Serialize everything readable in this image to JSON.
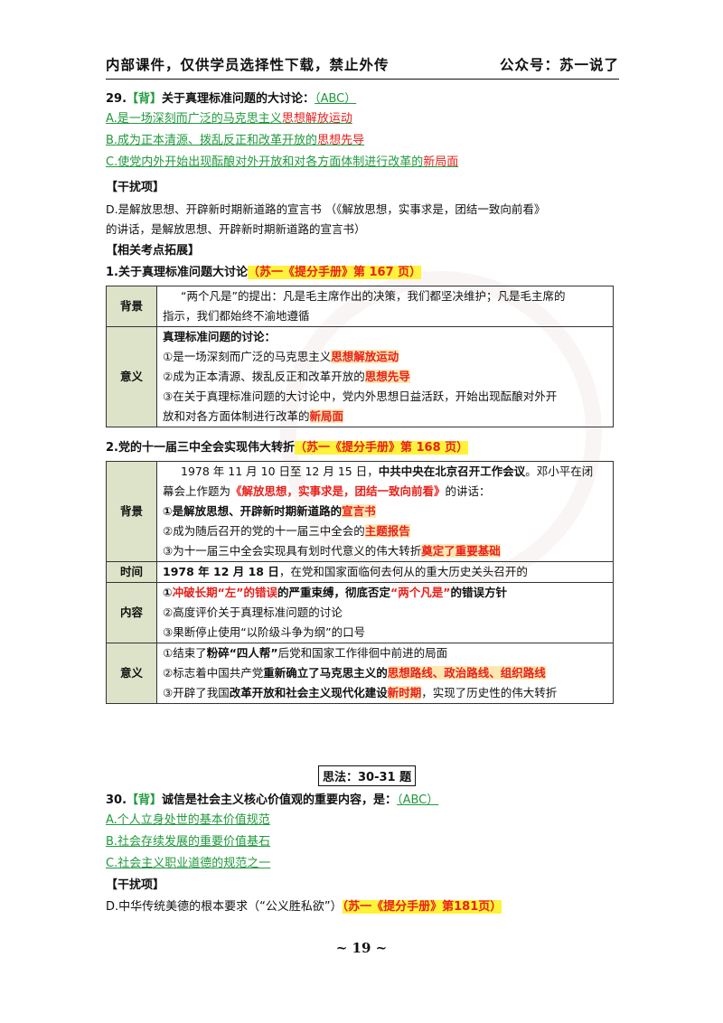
{
  "header": {
    "left": "内部课件，仅供学员选择性下载，禁止外传",
    "right": "公众号：苏一说了"
  },
  "q29": {
    "num": "29.",
    "tag": "【背】",
    "title": "关于真理标准问题的大讨论：",
    "answer": "（ABC）",
    "a_pre": "A.是一场深刻而广泛的马克思主义",
    "a_red": "思想解放运动",
    "b_pre": "B.成为正本清源、拨乱反正和改革开放的",
    "b_red": "思想先导",
    "c_pre": "C.使党内外开始出现酝酿对外开放和对各方面体制进行改革的",
    "c_red": "新局面",
    "distractor_head": "【干扰项】",
    "d1": "D.是解放思想、开辟新时期新道路的宣言书 （《解放思想，实事求是，团结一致向前看》",
    "d2": "的讲话，是解放思想、开辟新时期新道路的宣言书）",
    "extend_head": "【相关考点拓展】"
  },
  "t1": {
    "title": "1.关于真理标准问题大讨论",
    "ref": "（苏一《提分手册》第 167 页）",
    "bg_key": "背景",
    "bg1": "“两个凡是”的提出：凡是毛主席作出的决策，我们都坚决维护；凡是毛主席的",
    "bg2": "指示，我们都始终不渝地遵循",
    "sig_key": "意义",
    "sig_head": "真理标准问题的讨论：",
    "s1_pre": "①是一场深刻而广泛的马克思主义",
    "s1_red": "思想解放运动",
    "s2_pre": "②成为正本清源、拨乱反正和改革开放的",
    "s2_red": "思想先导",
    "s3": "③在关于真理标准问题的大讨论中，党内外思想日益活跃，开始出现酝酿对外开",
    "s4_pre": "放和对各方面体制进行改革的",
    "s4_red": "新局面"
  },
  "t2": {
    "title": "2.党的十一届三中全会实现伟大转折",
    "ref": "（苏一《提分手册》第 168 页）",
    "bg_key": "背景",
    "b1_pre": "1978 年 11 月 10 日至 12 月 15 日，",
    "b1_bold": "中共中央在北京召开工作会议",
    "b1_post": "。邓小平在闭",
    "b2_pre": "幕会上作题为",
    "b2_red": "《解放思想，实事求是，团结一致向前看》",
    "b2_post": "的讲话：",
    "b3_pre": "①是解放思想、开辟新时期新道路的",
    "b3_red": "宣言书",
    "b4_pre": "②成为随后召开的党的十一届三中全会的",
    "b4_red": "主题报告",
    "b5_pre": "③为十一届三中全会实现具有划时代意义的伟大转折",
    "b5_red": "奠定了重要基础",
    "time_key": "时间",
    "time_bold": "1978 年 12 月 18 日",
    "time_post": "，在党和国家面临何去何从的重大历史关头召开的",
    "content_key": "内容",
    "c1_a": "①",
    "c1_red": "冲破长期“左”的错误",
    "c1_b": "的严重束缚，彻底否定",
    "c1_red2": "“两个凡是”",
    "c1_c": "的错误方针",
    "c2": "②高度评价关于真理标准问题的讨论",
    "c3": "③果断停止使用“以阶级斗争为纲”的口号",
    "sig_key": "意义",
    "m1_pre": "①结束了",
    "m1_bold": "粉碎“四人帮”",
    "m1_post": "后党和国家工作徘徊中前进的局面",
    "m2_pre": "②标志着中国共产党",
    "m2_bold": "重新确立了马克思主义的",
    "m2_red": "思想路线、政治路线、组织路线",
    "m3_pre": "③开辟了我国",
    "m3_bold": "改革开放和社会主义现代化建设",
    "m3_red": "新时期",
    "m3_post": "，实现了历史性的伟大转折"
  },
  "section": "思法：30-31 题",
  "q30": {
    "num": "30.",
    "tag": "【背】",
    "title": "诚信是社会主义核心价值观的重要内容，是：",
    "answer": "（ABC）",
    "a": "A.个人立身处世的基本价值规范",
    "b": "B.社会存续发展的重要价值基石",
    "c": "C.社会主义职业道德的规范之一",
    "distractor_head": "【干扰项】",
    "d": "D.中华传统美德的根本要求（“公义胜私欲”）",
    "ref": "（苏一《提分手册》第181页）"
  },
  "page_number": "~ 19 ~"
}
